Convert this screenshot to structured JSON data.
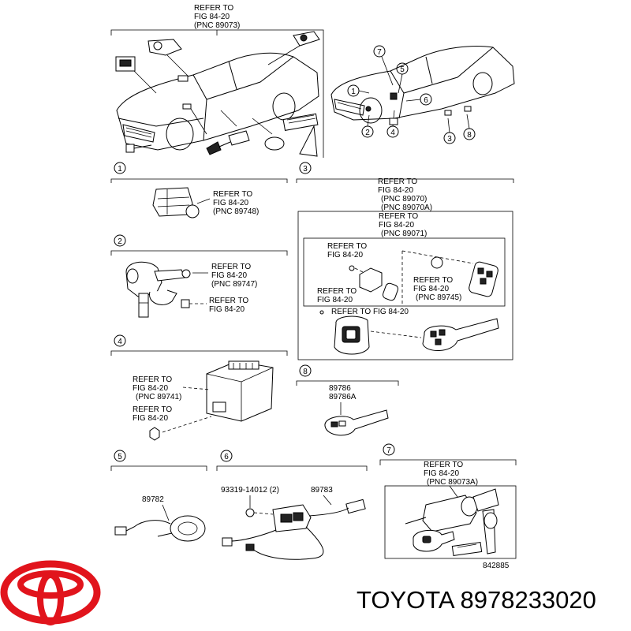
{
  "overview": {
    "refer_left": [
      "REFER TO",
      "FIG 84-20",
      "(PNC 89073)"
    ],
    "callouts": [
      "7",
      "5",
      "1",
      "6",
      "2",
      "4",
      "3",
      "8"
    ]
  },
  "sections": [
    {
      "id": "1",
      "labels": [
        [
          "REFER TO",
          "FIG 84-20",
          "(PNC 89748)"
        ]
      ]
    },
    {
      "id": "2",
      "labels": [
        [
          "REFER TO",
          "FIG 84-20",
          "(PNC 89747)"
        ],
        [
          "REFER TO",
          "FIG 84-20"
        ]
      ]
    },
    {
      "id": "3",
      "labels": [
        [
          "REFER TO",
          "FIG 84-20",
          "(PNC 89070)",
          "(PNC 89070A)"
        ],
        [
          "REFER TO",
          "FIG 84-20",
          "(PNC 89071)"
        ],
        [
          "REFER TO",
          "FIG 84-20"
        ],
        [
          "REFER TO",
          "FIG 84-20",
          "(PNC 89745)"
        ],
        [
          "REFER TO",
          "FIG 84-20"
        ],
        [
          "REFER TO FIG 84-20"
        ]
      ]
    },
    {
      "id": "4",
      "labels": [
        [
          "REFER TO",
          "FIG 84-20",
          "(PNC 89741)"
        ],
        [
          "REFER TO",
          "FIG 84-20"
        ]
      ]
    },
    {
      "id": "8",
      "labels": [
        [
          "89786",
          "89786A"
        ]
      ]
    },
    {
      "id": "5",
      "labels": [
        [
          "89782"
        ]
      ]
    },
    {
      "id": "6",
      "labels": [
        [
          "93319-14012 (2)"
        ],
        [
          "89783"
        ]
      ]
    },
    {
      "id": "7",
      "labels": [
        [
          "REFER TO",
          "FIG 84-20",
          "(PNC 89073A)"
        ]
      ]
    }
  ],
  "figure_number": "842885",
  "footer": {
    "brand_text": "TOYOTA 8978233020",
    "logo": "toyota-logo",
    "logo_color": "#e1141c"
  }
}
